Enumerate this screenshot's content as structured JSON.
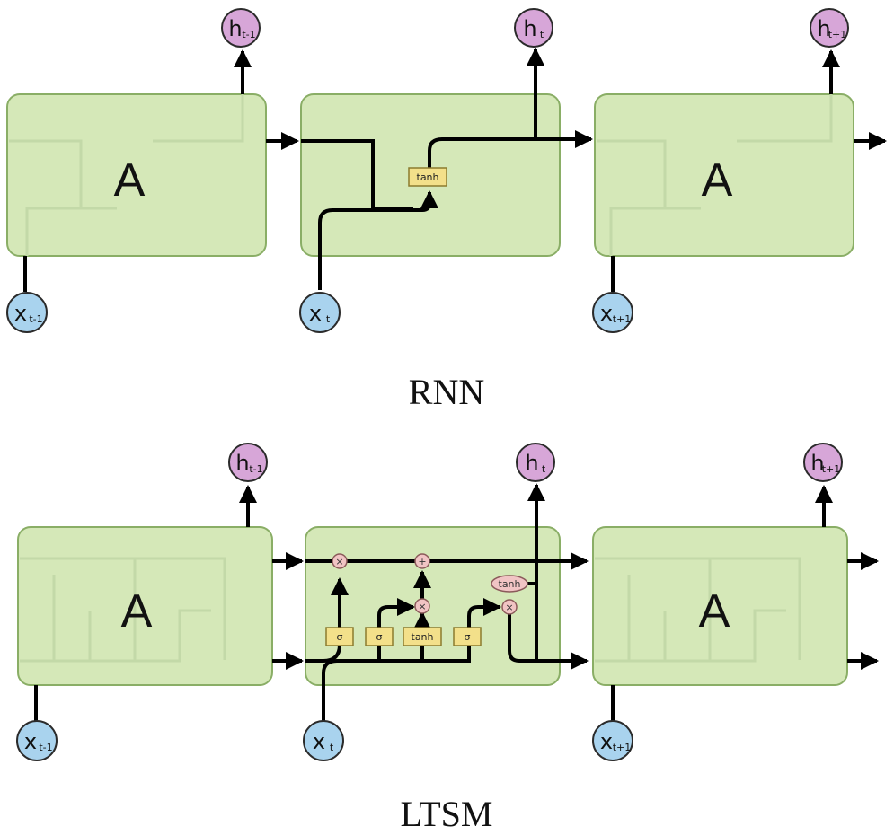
{
  "rnn": {
    "caption": "RNN",
    "cell_letter": "A",
    "layer_label": "tanh",
    "outputs": [
      {
        "main": "h",
        "sub": "t-1"
      },
      {
        "main": "h",
        "sub": "t"
      },
      {
        "main": "h",
        "sub": "t+1"
      }
    ],
    "inputs": [
      {
        "main": "x",
        "sub": "t-1"
      },
      {
        "main": "x",
        "sub": "t"
      },
      {
        "main": "x",
        "sub": "t+1"
      }
    ]
  },
  "lstm": {
    "caption": "LTSM",
    "cell_letter": "A",
    "layer_labels": [
      "σ",
      "σ",
      "tanh",
      "σ"
    ],
    "op_multiply": "×",
    "op_add": "+",
    "op_tanh": "tanh",
    "outputs": [
      {
        "main": "h",
        "sub": "t-1"
      },
      {
        "main": "h",
        "sub": "t"
      },
      {
        "main": "h",
        "sub": "t+1"
      }
    ],
    "inputs": [
      {
        "main": "x",
        "sub": "t-1"
      },
      {
        "main": "x",
        "sub": "t"
      },
      {
        "main": "x",
        "sub": "t+1"
      }
    ]
  },
  "colors": {
    "cell_fill": "#d5e8b8",
    "output_node": "#d7a6d8",
    "input_node": "#a9d3ee",
    "layer_box": "#f3e08a",
    "pointwise_op": "#f1c4c4"
  }
}
